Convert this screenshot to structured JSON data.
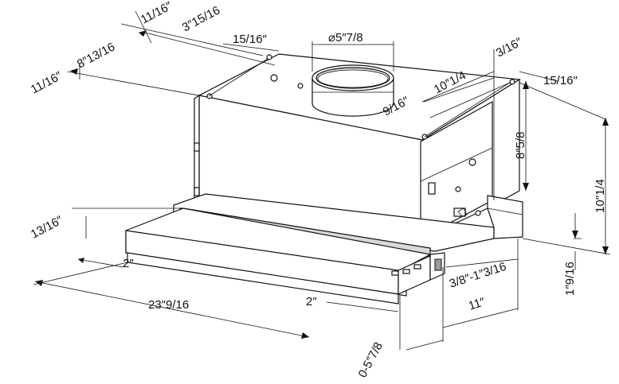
{
  "labels": {
    "w_1116_top": "11/16″",
    "w_31516": "3″15/16",
    "w_81316": "8″13/16",
    "w_1116_left": "11/16″",
    "w_1516_top": "15/16″",
    "w_duct": "⌀5″7/8",
    "w_316": "3/16″",
    "w_1014": "10″1/4",
    "w_1516_right": "15/16″",
    "w_916": "9/16″",
    "h_858": "8″5/8",
    "h_1014": "10″1/4",
    "h_1916": "1″9/16",
    "w_1316": "13/16″",
    "w_2_left": "2″",
    "w_23916": "23″9/16",
    "w_2_right": "2″",
    "w_38_1316": "3/8″-1″3/16",
    "w_11": "11″",
    "w_0_578": "0-5″7/8"
  }
}
